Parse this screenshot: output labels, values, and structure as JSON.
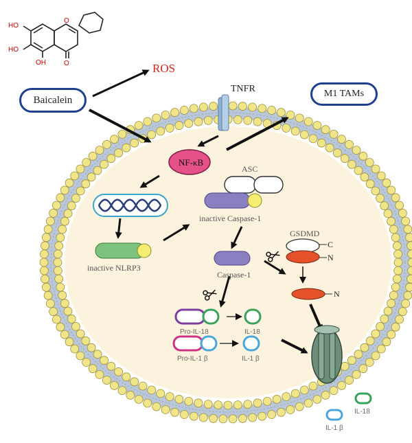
{
  "chemical": {
    "oh_labels": [
      "HO",
      "HO",
      "OH"
    ],
    "o_labels": [
      "O",
      "O"
    ]
  },
  "nodes": {
    "baicalein": "Baicalein",
    "ros": "ROS",
    "tnfr": "TNFR",
    "m1_tams": "M1 TAMs",
    "nfkb": "NF-κB",
    "asc": "ASC",
    "inactive_caspase1": "inactive Caspase-1",
    "inactive_nlrp3": "inactive NLRP3",
    "caspase1": "Caspase-1",
    "gsdmd": "GSDMD",
    "gsdmd_c": "C",
    "gsdmd_n": "N",
    "gsdmd_n_cleaved": "N",
    "pro_il18": "Pro-IL-18",
    "il18": "IL-18",
    "pro_il1b": "Pro-IL-1 β",
    "il1b": "IL-1 β",
    "il18_out": "IL-18",
    "il1b_out": "IL-1 β"
  },
  "colors": {
    "membrane_head": "#f1e58a",
    "cytoplasm": "#fbf3de",
    "tail": "#b9c7d9",
    "box_border": "#1f3f8f",
    "ros": "#d9241f",
    "nfkb_fill": "#e7518a",
    "caspase_purple": "#8a7fc0",
    "nlrp3_green": "#7dc27e",
    "yellow": "#f6ee72",
    "gsdmd_red": "#e4512a",
    "pro_il18": "#7c3d9c",
    "pro_il1b": "#c9337f",
    "il_green": "#3aa25a",
    "il_blue": "#4aa6d8",
    "pore": "#6e8d7a"
  },
  "icons": [
    "scissors-icon",
    "dna-helix-icon",
    "gasdermin-pore-icon",
    "tnfr-receptor-icon"
  ]
}
